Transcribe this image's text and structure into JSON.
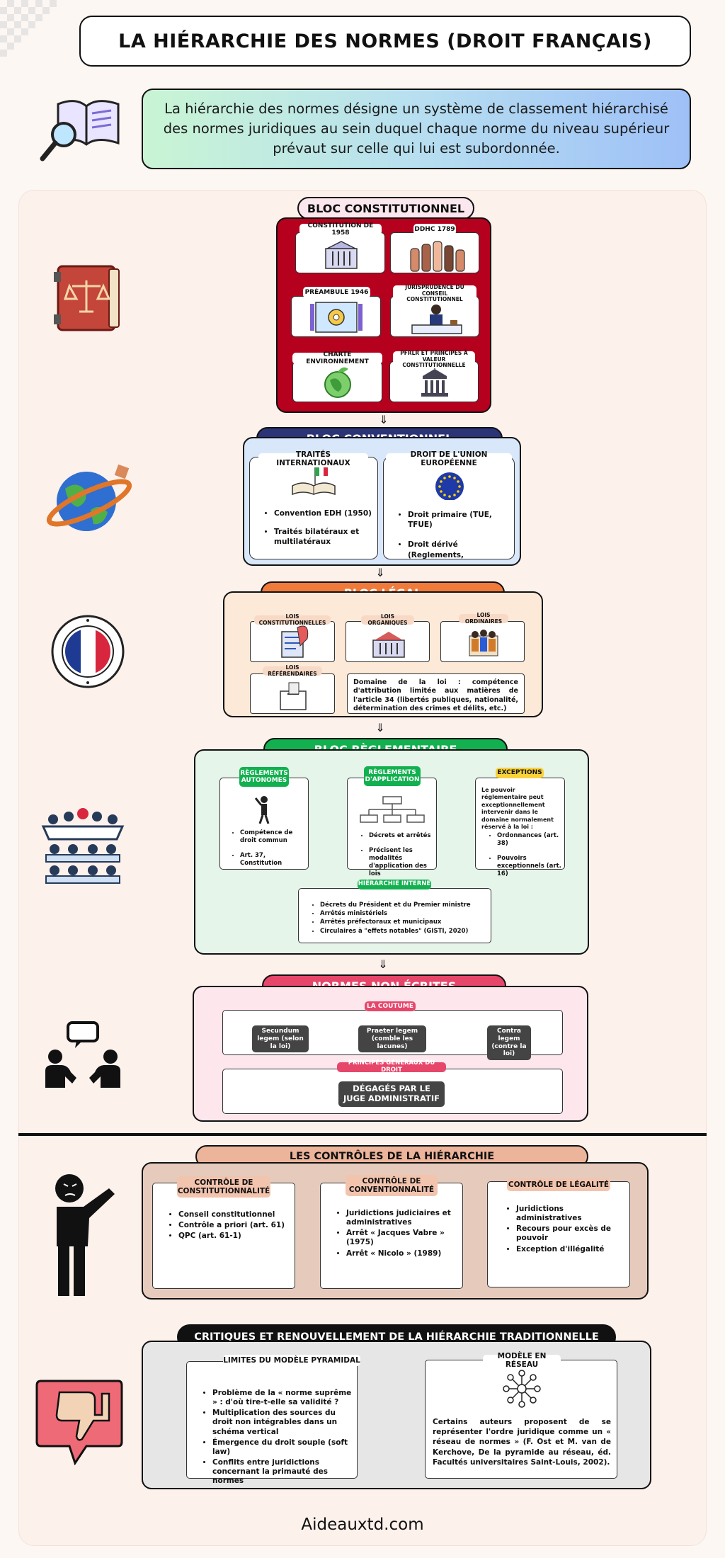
{
  "title": "LA HIÉRARCHIE DES NORMES (DROIT FRANÇAIS)",
  "intro": "La hiérarchie des normes désigne un système de classement hiérarchisé des normes juridiques au sein duquel chaque norme du niveau supérieur prévaut sur celle qui lui est subordonnée.",
  "constitutionnel": {
    "title": "BLOC CONSTITUTIONNEL",
    "items": [
      {
        "label": "CONSTITUTION DE 1958",
        "icon": "constitution-book-icon"
      },
      {
        "label": "DDHC 1789",
        "icon": "raised-fists-icon"
      },
      {
        "label": "PRÉAMBULE 1946",
        "icon": "document-gear-icon"
      },
      {
        "label": "JURISPRUDENCE DU CONSEIL CONSTITUTIONNEL",
        "icon": "judge-desk-icon"
      },
      {
        "label": "CHARTE ENVIRONNEMENT",
        "icon": "green-planet-icon"
      },
      {
        "label": "PFRLR ET PRINCIPES À VALEUR CONSTITUTIONNELLE",
        "icon": "courthouse-icon"
      }
    ]
  },
  "conventionnel": {
    "title": "BLOC CONVENTIONNEL",
    "left_title": "TRAITÉS INTERNATIONAUX",
    "left_items": [
      "Convention EDH (1950)",
      "Traités bilatéraux et multilatéraux"
    ],
    "right_title": "DROIT DE L'UNION EUROPÉENNE",
    "right_items": [
      "Droit primaire (TUE, TFUE)",
      "Droit dérivé (Reglements,"
    ]
  },
  "legal": {
    "title": "BLOC LÉGAL",
    "items": [
      {
        "label": "LOIS CONSTITUTIONNELLES",
        "icon": "scroll-quill-icon"
      },
      {
        "label": "LOIS ORGANIQUES",
        "icon": "law-book-icon"
      },
      {
        "label": "LOIS ORDINAIRES",
        "icon": "parliament-people-icon"
      },
      {
        "label": "LOIS RÉFÉRENDAIRES",
        "icon": "ballot-box-icon"
      }
    ],
    "domaine": "Domaine de la loi : compétence d'attribution limitée aux matières de l'article 34 (libertés publiques, nationalité, détermination des crimes et délits, etc.)"
  },
  "reglementaire": {
    "title": "BLOC RÈGLEMENTAIRE",
    "autonomes_title": "RÈGLEMENTS AUTONOMES",
    "autonomes_items": [
      "Compétence de droit commun",
      "Art. 37, Constitution"
    ],
    "application_title": "RÈGLEMENTS D'APPLICATION",
    "application_items": [
      "Décrets et arrêtés",
      "Précisent les modalités d'application des lois"
    ],
    "exceptions_title": "EXCEPTIONS",
    "exceptions_text": "Le pouvoir réglementaire peut exceptionnellement intervenir dans le domaine normalement réservé à la loi :",
    "exceptions_items": [
      "Ordonnances (art. 38)",
      "Pouvoirs exceptionnels (art. 16)"
    ],
    "interne_title": "HIÉRARCHIE INTERNE",
    "interne_items": [
      "Décrets du Président et du Premier ministre",
      "Arrêtés ministériels",
      "Arrêtés préfectoraux et municipaux",
      "Circulaires à \"effets notables\" (GISTI, 2020)"
    ]
  },
  "non_ecrites": {
    "title": "NORMES NON ÉCRITES",
    "coutume_title": "LA COUTUME",
    "coutume_items": [
      "Secundum legem (selon la loi)",
      "Praeter legem (comble les lacunes)",
      "Contra legem (contre la loi)"
    ],
    "pgd_title": "PRINCIPES GÉNÉRAUX DU DROIT",
    "pgd_text": "DÉGAGÉS PAR LE JUGE ADMINISTRATIF"
  },
  "controles": {
    "title": "LES CONTRÔLES DE LA HIÉRARCHIE",
    "constitutionnalite_title": "CONTRÔLE DE CONSTITUTIONNALITÉ",
    "constitutionnalite_items": [
      "Conseil constitutionnel",
      "Contrôle a priori (art. 61)",
      "QPC (art. 61-1)"
    ],
    "conventionnalite_title": "CONTRÔLE DE CONVENTIONNALITÉ",
    "conventionnalite_items": [
      "Juridictions judiciaires et administratives",
      "Arrêt « Jacques Vabre » (1975)",
      "Arrêt « Nicolo » (1989)"
    ],
    "legalite_title": "CONTRÔLE DE LÉGALITÉ",
    "legalite_items": [
      "Juridictions administratives",
      "Recours pour excès de pouvoir",
      "Exception d'illégalité"
    ]
  },
  "critiques": {
    "title": "CRITIQUES ET RENOUVELLEMENT DE LA HIÉRARCHIE TRADITIONNELLE",
    "limites_title": "LIMITES DU MODÈLE PYRAMIDAL",
    "limites_items": [
      "Problème de la « norme suprême » : d'où tire-t-elle sa validité ?",
      "Multiplication des sources du droit non intégrables dans un schéma vertical",
      "Émergence du droit souple (soft law)",
      "Conflits entre juridictions concernant la primauté des normes"
    ],
    "reseau_title": "MODÈLE EN RÉSEAU",
    "reseau_text": "Certains auteurs proposent de se représenter l'ordre juridique comme un « réseau de normes » (F. Ost et M. van de Kerchove, De la pyramide au réseau, éd. Facultés universitaires Saint-Louis, 2002)."
  },
  "footer": "Aideauxtd.com",
  "colors": {
    "constitutionnel": "#b5001e",
    "conventionnel": "#2c3478",
    "legal": "#f07a3a",
    "reglementaire": "#12b04f",
    "non_ecrites": "#e6466a",
    "controles": "#ecb49a"
  }
}
